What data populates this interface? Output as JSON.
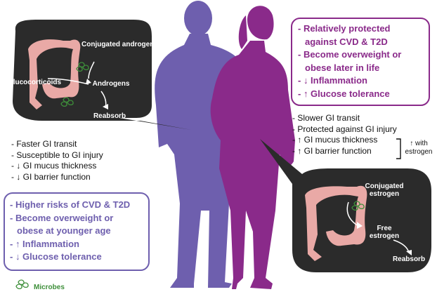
{
  "colors": {
    "male": "#6E5FAE",
    "female": "#8A2A8A",
    "bubble": "#2B2B2B",
    "gut": "#E9A9A6",
    "microbe": "#3E8F3A"
  },
  "male_bubble": {
    "labels": {
      "conjugated": "Conjugated androgens",
      "glucocorticoids": "Glucocorticoids",
      "androgens": "Androgens",
      "reabsorb": "Reabsorb"
    }
  },
  "male_traits": [
    "- Faster GI transit",
    "- Susceptible to GI injury",
    "- ↓ GI mucus thickness",
    "- ↓ GI barrier function"
  ],
  "male_box": [
    "- Higher risks of CVD & T2D",
    "- Become overweight or",
    "obese at younger age",
    "- ↑ Inflammation",
    "- ↓ Glucose tolerance"
  ],
  "female_box": [
    "- Relatively protected",
    "against CVD & T2D",
    "- Become overweight or",
    "obese later in life",
    "- ↓ Inflammation",
    "- ↑ Glucose tolerance"
  ],
  "female_traits": [
    "- Slower GI transit",
    "- Protected against GI injury",
    "- ↑ GI mucus thickness",
    "- ↑ GI barrier function"
  ],
  "estrogen_note": "↑ with estrogen",
  "female_bubble": {
    "labels": {
      "conjugated": "Conjugated estrogen",
      "free": "Free estrogen",
      "reabsorb": "Reabsorb"
    }
  },
  "legend": {
    "label": "Microbes",
    "icon": "microbes-icon"
  }
}
